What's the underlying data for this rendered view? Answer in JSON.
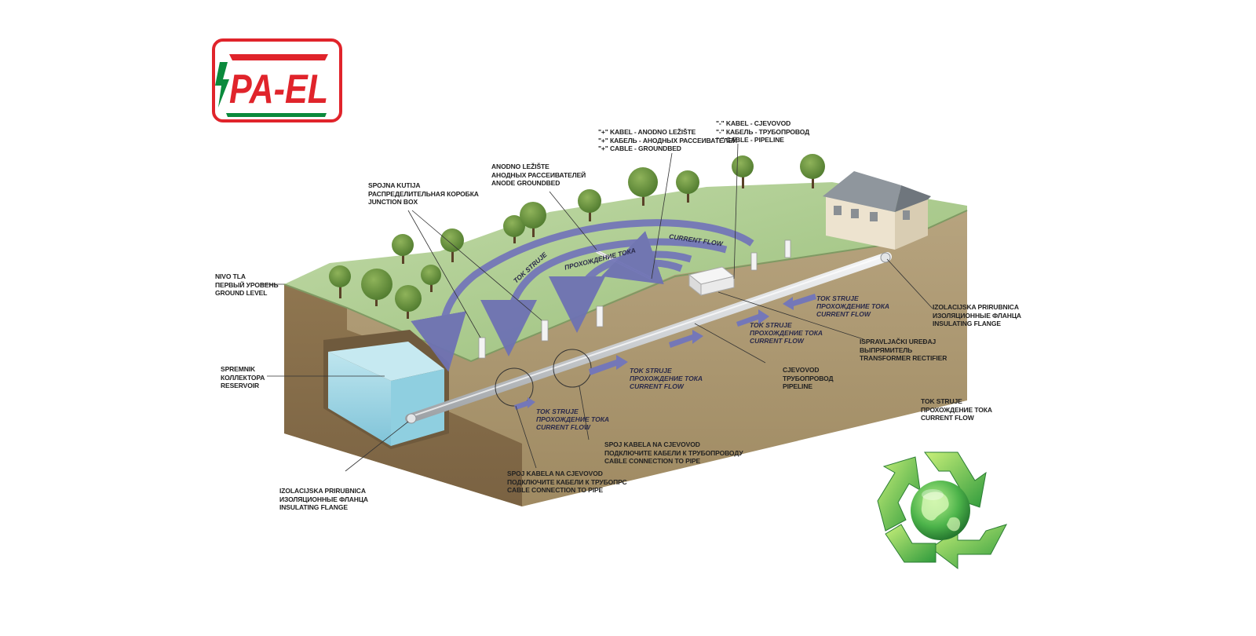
{
  "logo": {
    "text": "PA-EL",
    "red": "#e0242b",
    "green": "#0a8a3c"
  },
  "colors": {
    "grass": "#a9c98c",
    "soil": "#a28a63",
    "water": "#9fd3e3",
    "pipe": "#d7d9dc",
    "arrow": "#7477b8"
  },
  "labels": {
    "ground_level": [
      "NIVO TLA",
      "ПЕРВЫЙ УРОВЕНЬ",
      "GROUND LEVEL"
    ],
    "junction_box": [
      "SPOJNA KUTIJA",
      "РАСПРЕДЕЛИТЕЛЬНАЯ КОРОБКА",
      "JUNCTION BOX"
    ],
    "anode_groundbed": [
      "ANODNO LEŽIŠTE",
      "АНОДНЫХ РАССЕИВАТЕЛЕЙ",
      "ANODE GROUNDBED"
    ],
    "plus_cable": [
      "\"+\" KABEL - ANODNO LEŽIŠTE",
      "\"+\" КАБЕЛЬ - АНОДНЫХ РАССЕИВАТЕЛЕЙ",
      "\"+\" CABLE - GROUNDBED"
    ],
    "minus_cable": [
      "\"-\" KABEL - CJEVOVOD",
      "\"-\" КАБЕЛЬ - ТРУБОПРОВОД",
      "\"-\" CABLE - PIPELINE"
    ],
    "reservoir": [
      "SPREMNIK",
      "КОЛЛЕКТОРА",
      "RESERVOIR"
    ],
    "insulating_flange_left": [
      "IZOLACIJSKA PRIRUBNICA",
      "ИЗОЛЯЦИОННЫЕ ФЛАНЦА",
      "INSULATING FLANGE"
    ],
    "cable_connection_1": [
      "SPOJ KABELA NA CJEVOVOD",
      "ПОДКЛЮЧИТЕ КАБЕЛИ К ТРУБОПРС",
      "CABLE CONNECTION TO PIPE"
    ],
    "cable_connection_2": [
      "SPOJ KABELA NA CJEVOVOD",
      "ПОДКЛЮЧИТЕ КАБЕЛИ К ТРУБОПРОВОДУ",
      "CABLE CONNECTION TO PIPE"
    ],
    "pipeline": [
      "CJEVOVOD",
      "ТРУБОПРОВОД",
      "PIPELINE"
    ],
    "transformer_rectifier": [
      "ISPRAVLJAČKI UREĐAJ",
      "ВЫПРЯМИТЕЛЬ",
      "TRANSFORMER RECTIFIER"
    ],
    "insulating_flange_right": [
      "IZOLACIJSKA PRIRUBNICA",
      "ИЗОЛЯЦИОННЫЕ ФЛАНЦА",
      "INSULATING FLANGE"
    ],
    "legend_current_flow": [
      "TOK STRUJE",
      "ПРОХОЖДЕНИЕ ТОКА",
      "CURRENT FLOW"
    ]
  },
  "flow_labels": {
    "arc_left": "TOK STRUJE",
    "arc_middle": "ПРОХОЖДЕНИЕ ТОКА",
    "arc_right": "CURRENT FLOW",
    "pipe_1": [
      "TOK STRUJE",
      "ПРОХОЖДЕНИЕ ТОКА",
      "CURRENT FLOW"
    ],
    "pipe_2": [
      "TOK STRUJE",
      "ПРОХОЖДЕНИЕ ТОКА",
      "CURRENT FLOW"
    ],
    "pipe_3": [
      "TOK STRUJE",
      "ПРОХОЖДЕНИЕ ТОКА",
      "CURRENT FLOW"
    ],
    "pipe_4": [
      "TOK STRUJE",
      "ПРОХОЖДЕНИЕ ТОКА",
      "CURRENT FLOW"
    ]
  }
}
